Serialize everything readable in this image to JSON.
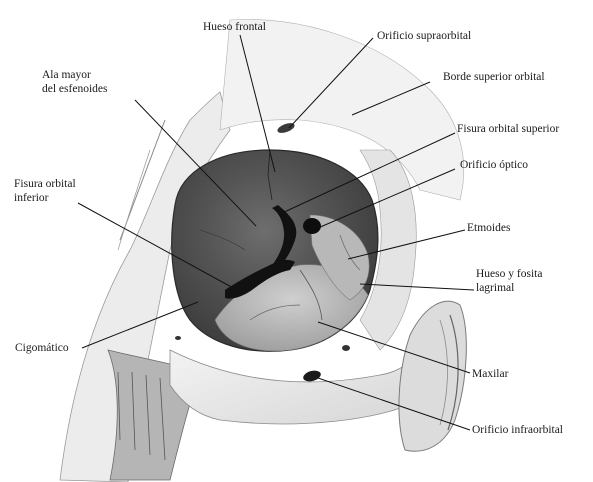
{
  "labels": {
    "hueso_frontal": "Hueso frontal",
    "orificio_supraorbital": "Orificio supraorbital",
    "ala_mayor_1": "Ala mayor",
    "ala_mayor_2": "del esfenoides",
    "borde_superior_orbital": "Borde superior orbital",
    "fisura_orbital_superior": "Fisura orbital superior",
    "orificio_optico": "Orificio óptico",
    "fisura_orbital_inferior_1": "Fisura orbital",
    "fisura_orbital_inferior_2": "inferior",
    "etmoides": "Etmoides",
    "hueso_fosita_1": "Hueso y fosita",
    "hueso_fosita_2": "lagrimal",
    "cigomatico": "Cigomático",
    "maxilar": "Maxilar",
    "orificio_infraorbital": "Orificio infraorbital"
  }
}
